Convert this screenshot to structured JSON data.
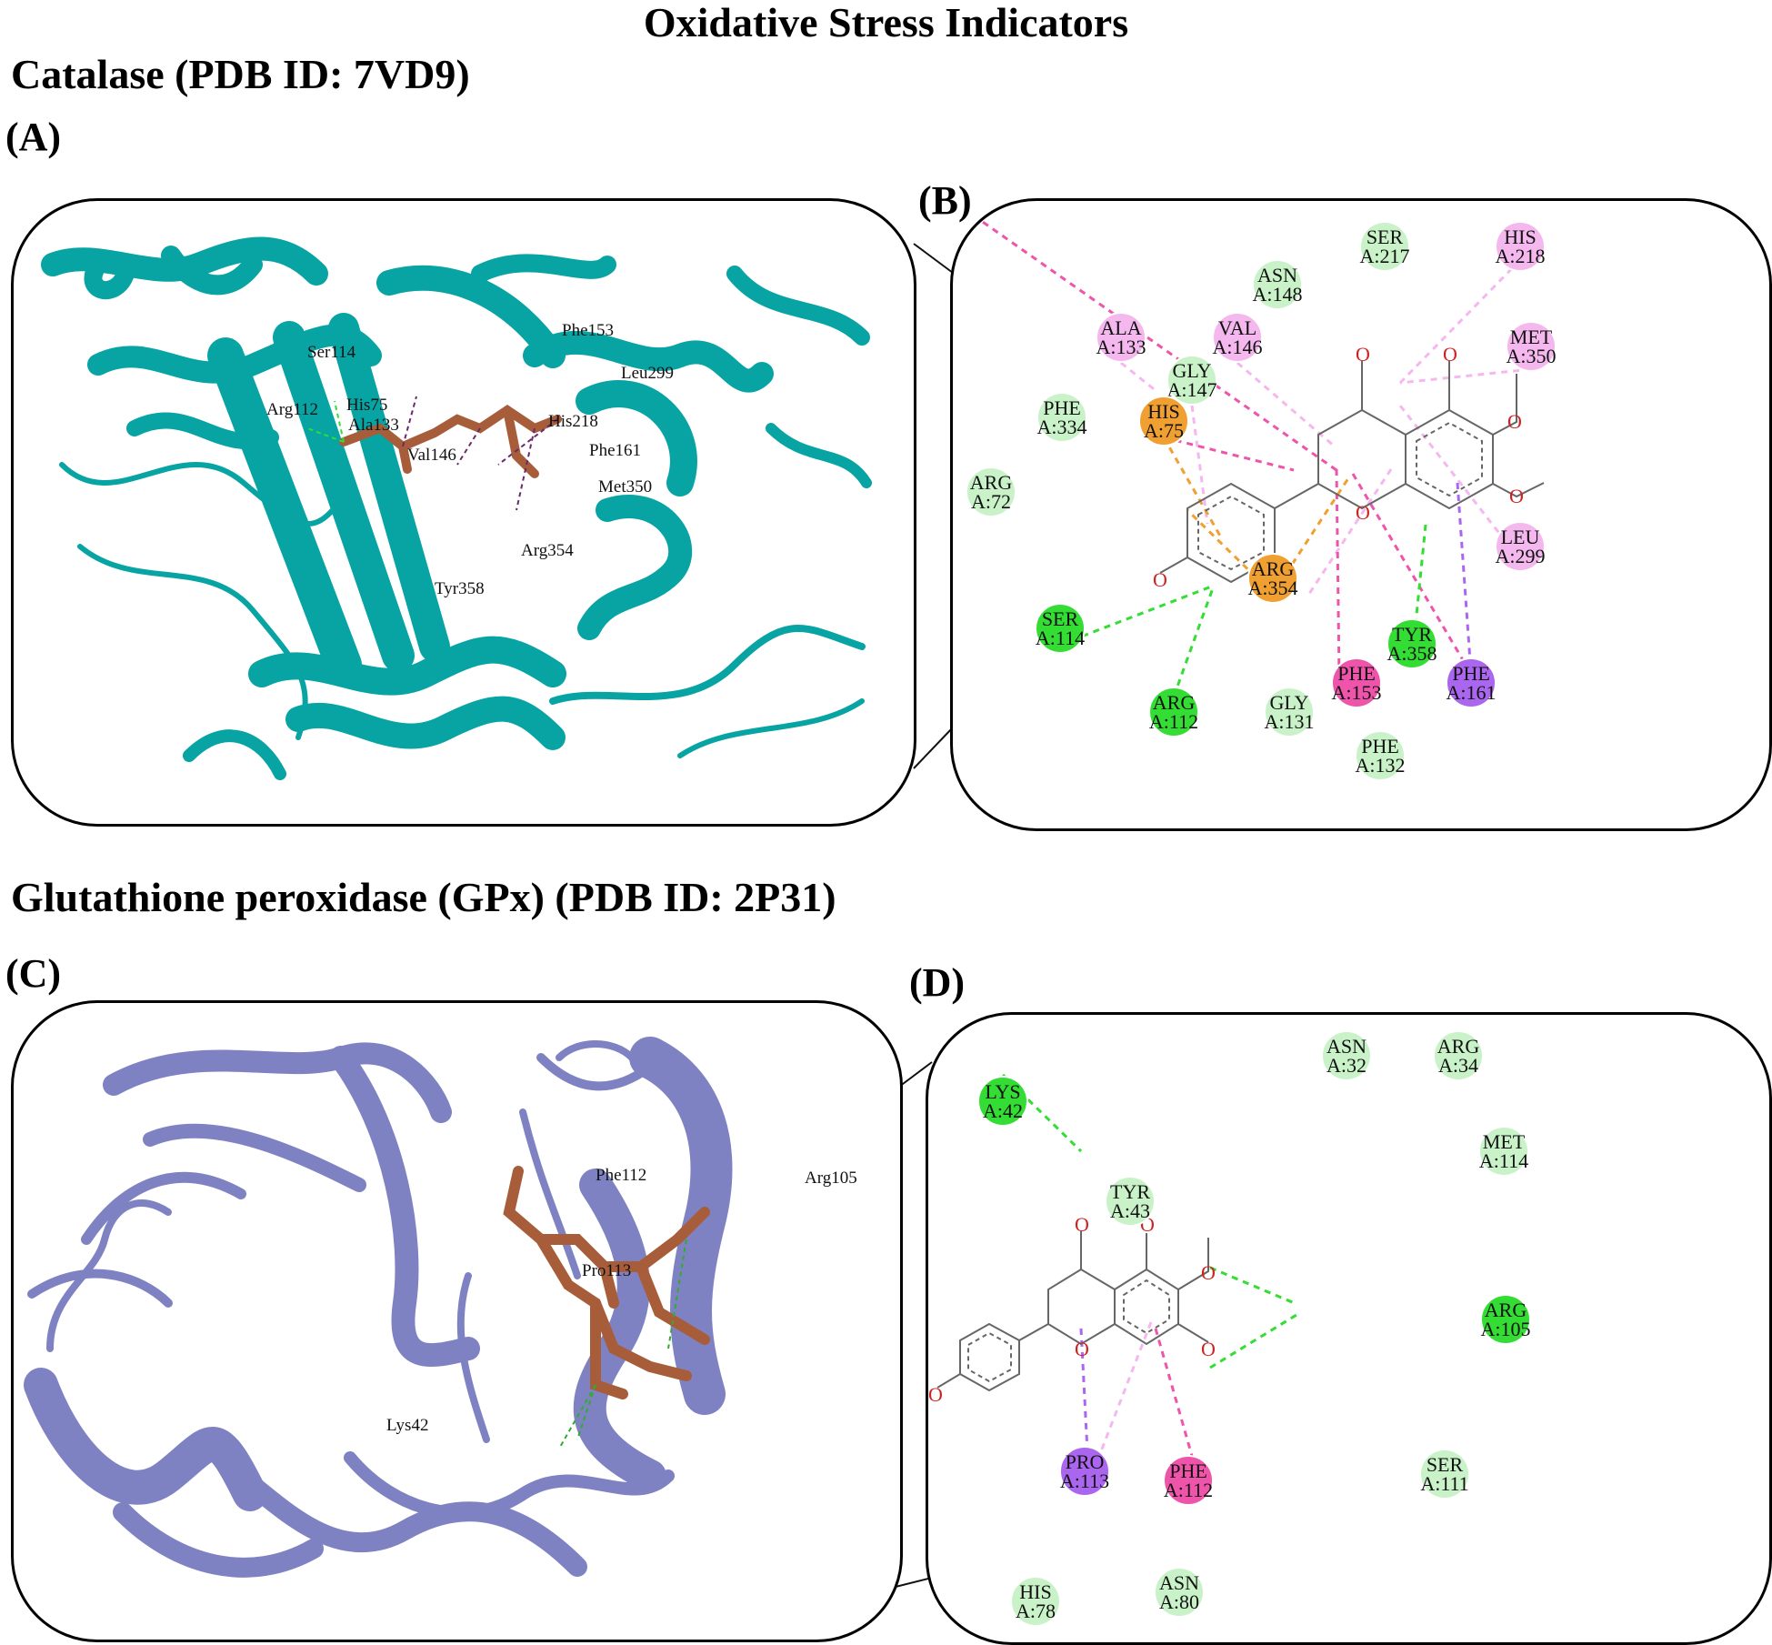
{
  "title": "Oxidative Stress Indicators",
  "catalase": {
    "heading": "Catalase (PDB ID: 7VD9)",
    "panel_a": "(A)",
    "panel_b": "(B)",
    "labels_3d": [
      "Ser114",
      "Phe153",
      "Leu299",
      "Arg112",
      "His75",
      "Ala133",
      "His218",
      "Val146",
      "Phe161",
      "Met350",
      "Arg354",
      "Tyr358"
    ],
    "residues": [
      {
        "name": "SER",
        "id": "A:217"
      },
      {
        "name": "HIS",
        "id": "A:218"
      },
      {
        "name": "ASN",
        "id": "A:148"
      },
      {
        "name": "ALA",
        "id": "A:133"
      },
      {
        "name": "VAL",
        "id": "A:146"
      },
      {
        "name": "MET",
        "id": "A:350"
      },
      {
        "name": "GLY",
        "id": "A:147"
      },
      {
        "name": "HIS",
        "id": "A:75"
      },
      {
        "name": "PHE",
        "id": "A:334"
      },
      {
        "name": "ARG",
        "id": "A:72"
      },
      {
        "name": "LEU",
        "id": "A:299"
      },
      {
        "name": "ARG",
        "id": "A:354"
      },
      {
        "name": "SER",
        "id": "A:114"
      },
      {
        "name": "TYR",
        "id": "A:358"
      },
      {
        "name": "PHE",
        "id": "A:153"
      },
      {
        "name": "PHE",
        "id": "A:161"
      },
      {
        "name": "ARG",
        "id": "A:112"
      },
      {
        "name": "GLY",
        "id": "A:131"
      },
      {
        "name": "PHE",
        "id": "A:132"
      }
    ]
  },
  "gpx": {
    "heading": "Glutathione peroxidase (GPx) (PDB ID: 2P31)",
    "panel_c": "(C)",
    "panel_d": "(D)",
    "labels_3d": [
      "Phe112",
      "Arg105",
      "Pro113",
      "Lys42"
    ],
    "residues": [
      {
        "name": "ASN",
        "id": "A:32"
      },
      {
        "name": "ARG",
        "id": "A:34"
      },
      {
        "name": "LYS",
        "id": "A:42"
      },
      {
        "name": "MET",
        "id": "A:114"
      },
      {
        "name": "TYR",
        "id": "A:43"
      },
      {
        "name": "ARG",
        "id": "A:105"
      },
      {
        "name": "PRO",
        "id": "A:113"
      },
      {
        "name": "PHE",
        "id": "A:112"
      },
      {
        "name": "SER",
        "id": "A:111"
      },
      {
        "name": "HIS",
        "id": "A:78"
      },
      {
        "name": "ASN",
        "id": "A:80"
      }
    ]
  },
  "colors": {
    "catalase_ribbon": "#08a3a3",
    "gpx_ribbon": "#7f82c2",
    "ligand": "#a85d3a",
    "vdw": "#c9f2c9",
    "hbond": "#33dd33",
    "pi_cation": "#f0a030",
    "pi_pi": "#ee55aa",
    "pi_alkyl": "#f4b8ee",
    "pi_sigma": "#aa66ee"
  }
}
